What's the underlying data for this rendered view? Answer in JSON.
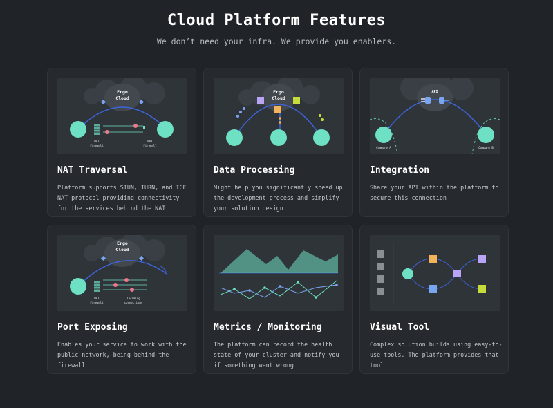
{
  "header": {
    "title": "Cloud Platform Features",
    "subtitle": "We don’t need your infra. We provide you enablers."
  },
  "cards": [
    {
      "title": "NAT Traversal",
      "description": "Platform supports STUN, TURN, and ICE NAT protocol providing connectivity for the services behind the NAT",
      "image": {
        "cloud_label": "Ergo Cloud",
        "left_label": "NAT Firewall",
        "right_label": "NAT Firewall"
      }
    },
    {
      "title": "Data Processing",
      "description": "Might help you significantly speed up the development process and simplify your solution design",
      "image": {
        "cloud_label": "Ergo Cloud"
      }
    },
    {
      "title": "Integration",
      "description": "Share your API within the platform to secure this connection",
      "image": {
        "api_label": "API",
        "left_label": "Company A",
        "right_label": "Company B"
      }
    },
    {
      "title": "Port Exposing",
      "description": "Enables your service to work with the public network, being behind the firewall",
      "image": {
        "cloud_label": "Ergo Cloud",
        "left_label": "NAT Firewall",
        "right_label": "Incoming connections"
      }
    },
    {
      "title": "Metrics / Monitoring",
      "description": "The platform can record the health state of your cluster and notify you if something went wrong",
      "image": {}
    },
    {
      "title": "Visual Tool",
      "description": "Complex solution builds using easy-to-use tools. The platform provides that tool",
      "image": {}
    }
  ],
  "colors": {
    "background": "#202327",
    "card": "#262a2f",
    "teal": "#6ee0c4",
    "blue_line": "#3d63d8",
    "purple": "#b9a4f5",
    "orange": "#f2b35a",
    "lime": "#c6dc3b",
    "pink": "#f0788c"
  }
}
